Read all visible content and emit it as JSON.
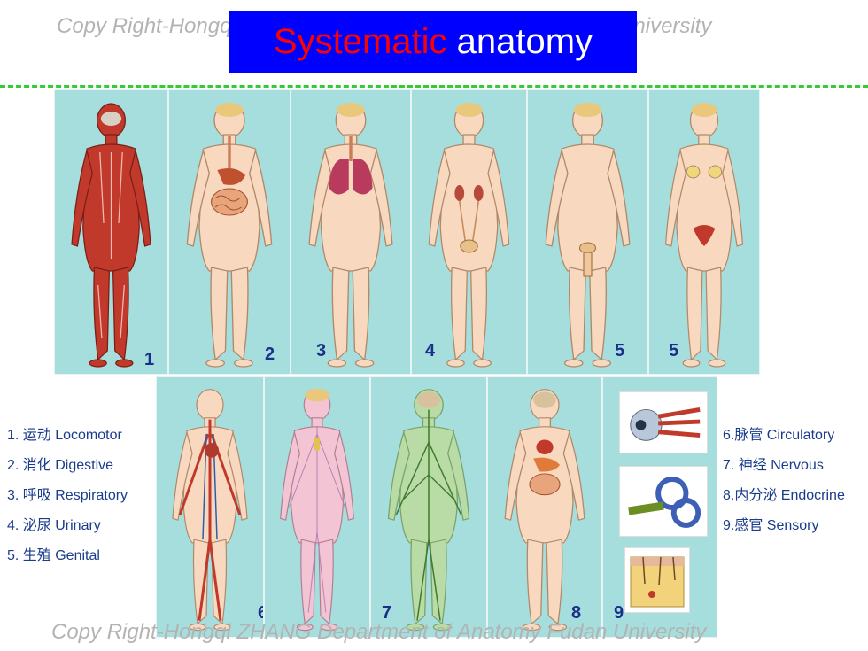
{
  "watermark": {
    "top": "Copy Right-Hongqi ZHANG Department of Anatomy Fudan University",
    "bottom": "Copy Right-Hongqi ZHANG Department of Anatomy Fudan University"
  },
  "title": {
    "part1": "Systematic",
    "part2": " anatomy"
  },
  "colors": {
    "title_bg": "#0000ff",
    "title_highlight": "#ff0000",
    "divider": "#33cc33",
    "panel_bg": "#a6dede",
    "legend_text": "#1a3c8c",
    "panel_number": "#1a2f8a"
  },
  "panels": {
    "top": [
      {
        "number": "1",
        "icon": "muscular-figure-icon"
      },
      {
        "number": "2",
        "icon": "digestive-figure-icon"
      },
      {
        "number": "3",
        "icon": "respiratory-figure-icon"
      },
      {
        "number": "4",
        "icon": "urinary-figure-icon"
      },
      {
        "number": "5",
        "icon": "male-genital-figure-icon"
      },
      {
        "number": "5",
        "icon": "female-genital-figure-icon"
      }
    ],
    "bottom": [
      {
        "number": "6",
        "icon": "circulatory-figure-icon"
      },
      {
        "number": "",
        "icon": "lymphatic-figure-icon"
      },
      {
        "number": "7",
        "icon": "nervous-figure-icon"
      },
      {
        "number": "8",
        "icon": "endocrine-figure-icon"
      },
      {
        "number": "9",
        "icon": "sensory-organs-icon"
      }
    ]
  },
  "legend_left": [
    "1. 运动 Locomotor",
    "2. 消化 Digestive",
    "3. 呼吸 Respiratory",
    "4. 泌尿 Urinary",
    "5. 生殖 Genital"
  ],
  "legend_right": [
    "6.脉管 Circulatory",
    "7. 神经 Nervous",
    "8.内分泌 Endocrine",
    "9.感官 Sensory"
  ]
}
